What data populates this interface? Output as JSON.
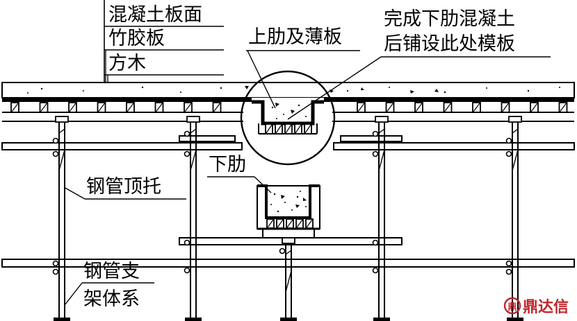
{
  "labels": {
    "slab_surface": "混凝土板面",
    "bamboo_plywood": "竹胶板",
    "timber": "方木",
    "upper_rib_thin_slab": "上肋及薄板",
    "formwork_note_line1": "完成下肋混凝土",
    "formwork_note_line2": "后铺设此处模板",
    "lower_rib": "下肋",
    "steel_top_support": "钢管顶托",
    "scaffold_line1": "钢管支",
    "scaffold_line2": "架体系"
  },
  "watermark": {
    "badge": "鼎",
    "text": "鼎达信",
    "color": "#c0262c"
  }
}
